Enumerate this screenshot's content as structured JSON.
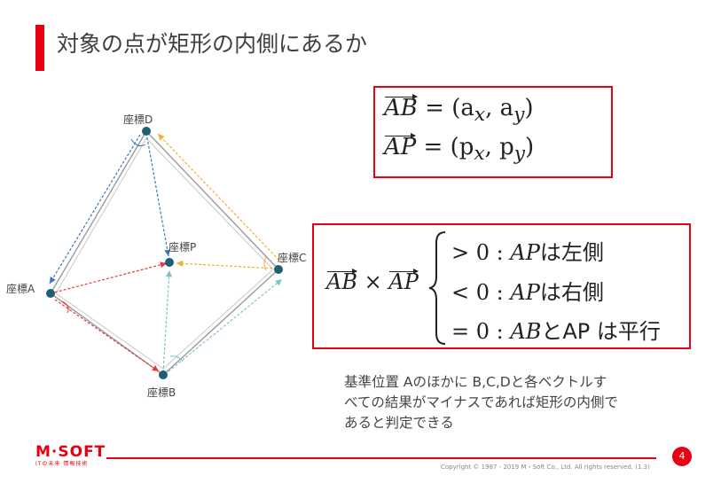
{
  "title": "対象の点が矩形の内側にあるか",
  "definitions": {
    "ab_vec": "AB",
    "ab_rhs": "= (a",
    "ab_sub_x": "x",
    "ab_comma": ", a",
    "ab_sub_y": "y",
    "ab_close": ")",
    "ap_vec": "AP",
    "ap_rhs": "= (p",
    "ap_sub_x": "x",
    "ap_comma": ", p",
    "ap_sub_y": "y",
    "ap_close": ")"
  },
  "cross_product": {
    "lhs_a": "AB",
    "times": "×",
    "lhs_b": "AP",
    "cases": [
      {
        "cond": "> 0 : ",
        "var": "AP",
        "text": "は左側"
      },
      {
        "cond": "< 0 : ",
        "var": "AP",
        "text": "は右側"
      },
      {
        "cond": "= 0 : ",
        "var": "AB",
        "text": "とAP は平行"
      }
    ]
  },
  "points": {
    "a": "座標A",
    "b": "座標B",
    "c": "座標C",
    "d": "座標D",
    "p": "座標P"
  },
  "note": "基準位置 Aのほかに B,C,Dと各ベクトルすべての結果がマイナスであれば矩形の内側であると判定できる",
  "colors": {
    "accent": "#e60012",
    "point": "#1f5f73",
    "arrow_red": "#e8383d",
    "arrow_blue": "#3a78b8",
    "arrow_yellow": "#f0b030",
    "arrow_teal": "#7cc4c4"
  },
  "footer": {
    "logo": "M·SOFT",
    "logo_sub": "ITの未来 情報技術",
    "copyright": "Copyright © 1987 - 2019 M・Soft Co., Ltd. All rights reserved. (1.3)",
    "page": "4"
  }
}
